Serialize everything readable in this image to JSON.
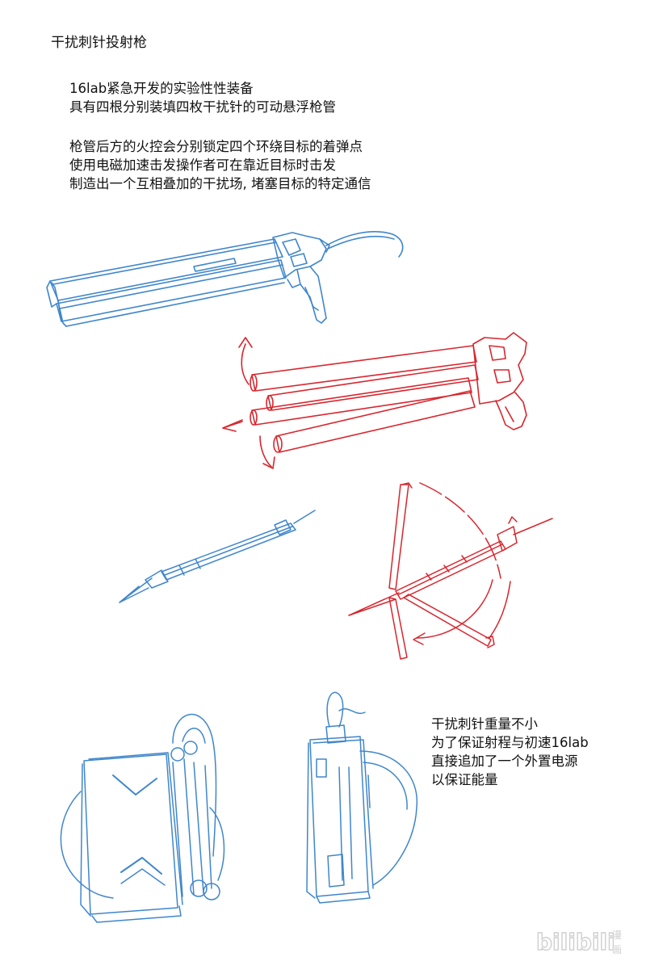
{
  "page": {
    "title": "干扰刺针投射枪"
  },
  "description": {
    "paragraph1": [
      "16lab紧急开发的实验性性装备",
      "具有四根分别装填四枚干扰针的可动悬浮枪管"
    ],
    "paragraph2": [
      "枪管后方的火控会分别锁定四个环绕目标的着弹点",
      "使用电磁加速击发操作者可在靠近目标时击发",
      "制造出一个互相叠加的干扰场, 堵塞目标的特定通信"
    ]
  },
  "backpack_note": [
    "干扰刺针重量不小",
    "为了保证射程与初速16lab",
    "直接追加了一个外置电源",
    "以保证能量"
  ],
  "watermark": {
    "brand": "bilibili",
    "sub": "漫画"
  },
  "colors": {
    "blue_sketch": "#3f86cc",
    "red_sketch": "#d8262e",
    "text": "#111111",
    "watermark": "#cfcfcf"
  }
}
